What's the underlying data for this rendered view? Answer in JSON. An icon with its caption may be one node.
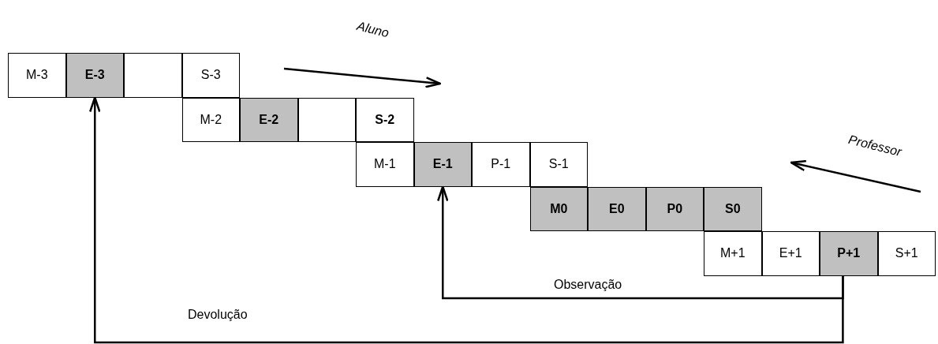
{
  "diagram": {
    "nodes": [
      {
        "text": [
          "M-3"
        ]
      },
      {
        "text": [
          "E-3"
        ]
      },
      {
        "text": [],
        "shape": "box"
      },
      {
        "text": [
          "S-3"
        ]
      },
      {
        "text": [
          "M-2"
        ]
      },
      {
        "text": [
          "E-2"
        ]
      },
      {
        "text": [],
        "shape": "box"
      },
      {
        "text": [
          "S-2"
        ]
      },
      {
        "text": [
          "M-1"
        ]
      },
      {
        "text": [
          "E-1"
        ]
      },
      {
        "text": [
          "P-1"
        ]
      },
      {
        "text": [
          "S-1"
        ]
      },
      {
        "text": [
          "M0"
        ]
      },
      {
        "text": [
          "E0"
        ]
      },
      {
        "text": [
          "P0"
        ]
      },
      {
        "text": [
          "S0"
        ]
      },
      {
        "text": [
          "M+1"
        ]
      },
      {
        "text": [
          "E+1"
        ]
      },
      {
        "text": [
          "P+1"
        ]
      },
      {
        "text": [
          "S+1"
        ]
      }
    ],
    "edges": [
      {
        "from": 18,
        "to": 9,
        "arrow": "to",
        "label": "Observação"
      },
      {
        "from": 18,
        "to": 1,
        "arrow": "to",
        "label": "Devolução"
      }
    ],
    "labels": [
      "Aluno",
      "Professor"
    ]
  }
}
